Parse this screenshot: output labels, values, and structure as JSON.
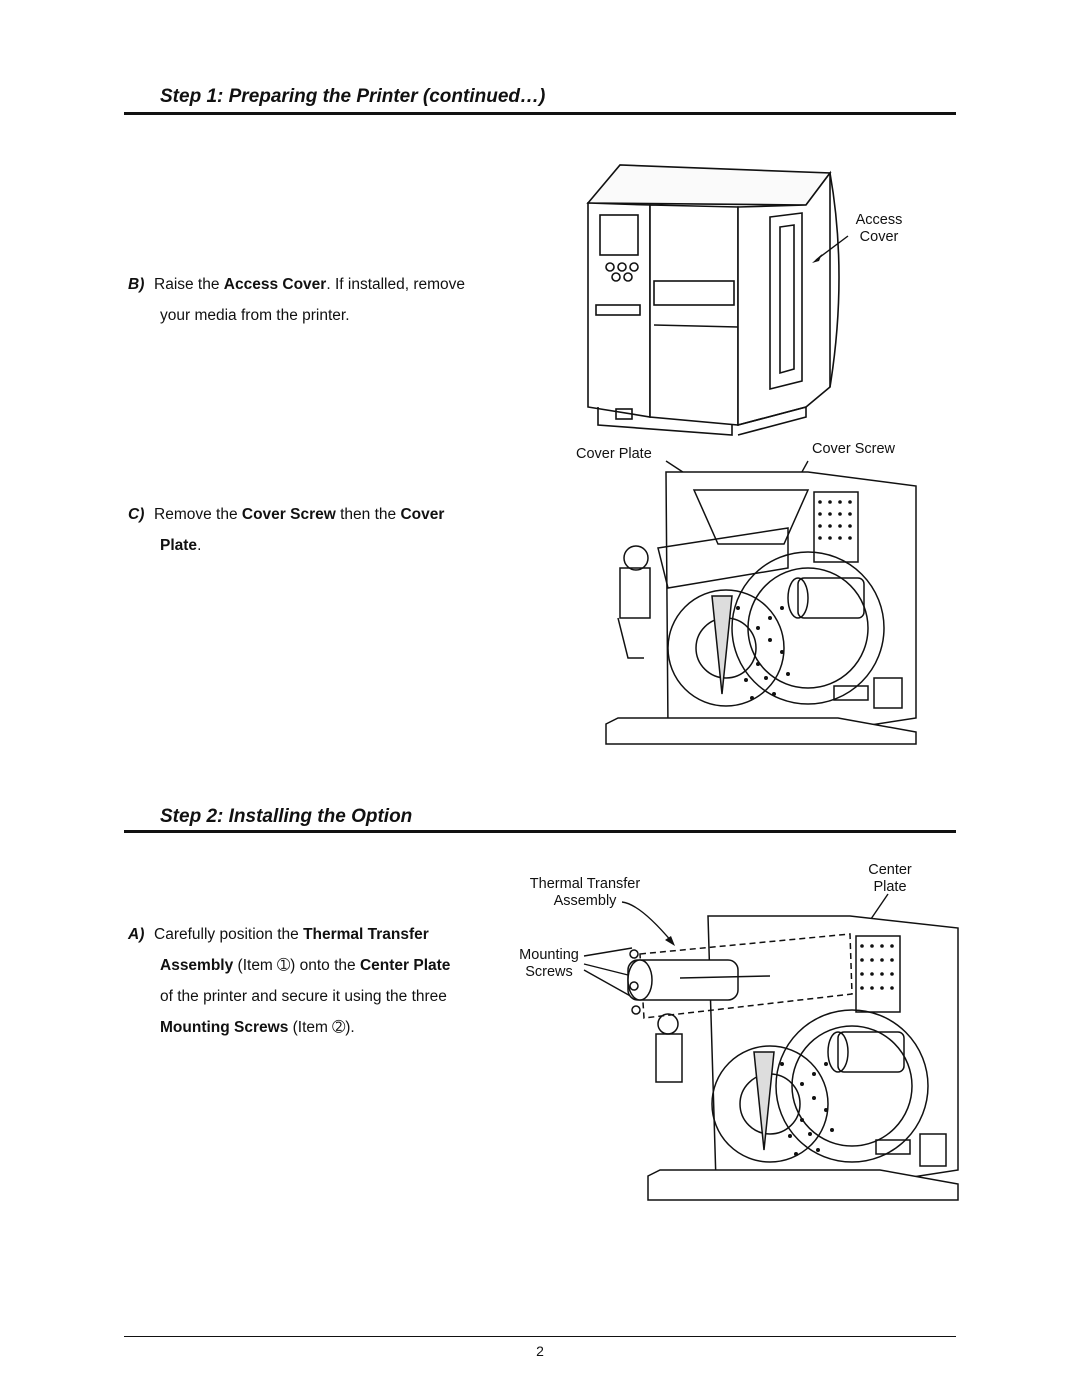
{
  "step1": {
    "heading": "Step 1:  Preparing the Printer (continued…)"
  },
  "stepB": {
    "letter": "B)",
    "t1": "Raise the ",
    "b1": "Access Cover",
    "t2": ".  If installed, remove",
    "line2": "your media from the printer."
  },
  "stepC": {
    "letter": "C)",
    "t1": "Remove the ",
    "b1": "Cover Screw",
    "t2": " then the ",
    "b2": "Cover",
    "b3": "Plate",
    "t3": "."
  },
  "figure1": {
    "access_cover_label_1": "Access",
    "access_cover_label_2": "Cover"
  },
  "figure2": {
    "cover_plate_label": "Cover Plate",
    "cover_screw_label": "Cover Screw"
  },
  "step2": {
    "heading": "Step 2:  Installing the Option"
  },
  "stepA": {
    "letter": "A)",
    "t1": "Carefully position the ",
    "b1": "Thermal Transfer",
    "b2": "Assembly",
    "t2": " (Item ",
    "item1": "➀",
    "t3": ") onto the ",
    "b3": "Center Plate",
    "line3": "of the printer and secure it using the three",
    "b4": "Mounting Screws",
    "t4": " (Item ",
    "item2": "➁",
    "t5": ")."
  },
  "figure3": {
    "thermal_transfer_label_1": "Thermal Transfer",
    "thermal_transfer_label_2": "Assembly",
    "center_plate_label_1": "Center",
    "center_plate_label_2": "Plate",
    "mounting_screws_label_1": "Mounting",
    "mounting_screws_label_2": "Screws"
  },
  "footer": {
    "page_number": "2"
  }
}
